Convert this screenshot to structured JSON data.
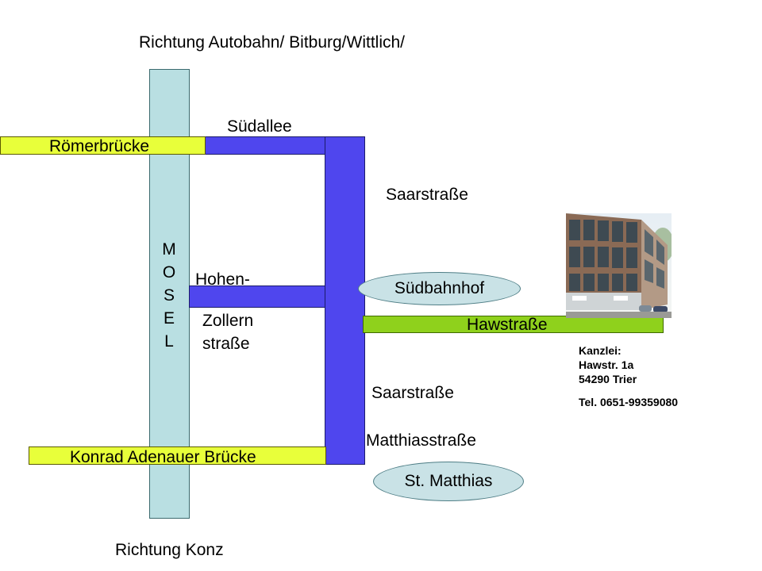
{
  "direction_north": "Richtung Autobahn/ Bitburg/Wittlich/",
  "direction_south": "Richtung Konz",
  "river": {
    "letters": [
      "M",
      "O",
      "S",
      "E",
      "L"
    ]
  },
  "roads": {
    "roemerbruecke": "Römerbrücke",
    "suedallee": "Südallee",
    "saarstrasse_top": "Saarstraße",
    "saarstrasse_bottom": "Saarstraße",
    "hohen": "Hohen-",
    "zollern": "Zollern",
    "strasse": "straße",
    "hawstrasse": "Hawstraße",
    "matthiasstrasse": "Matthiasstraße",
    "konrad_adenauer": "Konrad Adenauer Brücke"
  },
  "places": {
    "suedbahnhof": "Südbahnhof",
    "st_matthias": "St. Matthias"
  },
  "office": {
    "line1": "Kanzlei:",
    "line2": "Hawstr. 1a",
    "line3": "54290 Trier",
    "tel": "Tel. 0651-99359080"
  },
  "colors": {
    "river": "#b9dfe2",
    "bridge_yellow": "#e8ff3a",
    "road_blue": "#4f46ee",
    "road_green": "#8fd11c",
    "oval": "#c9e2e6"
  }
}
